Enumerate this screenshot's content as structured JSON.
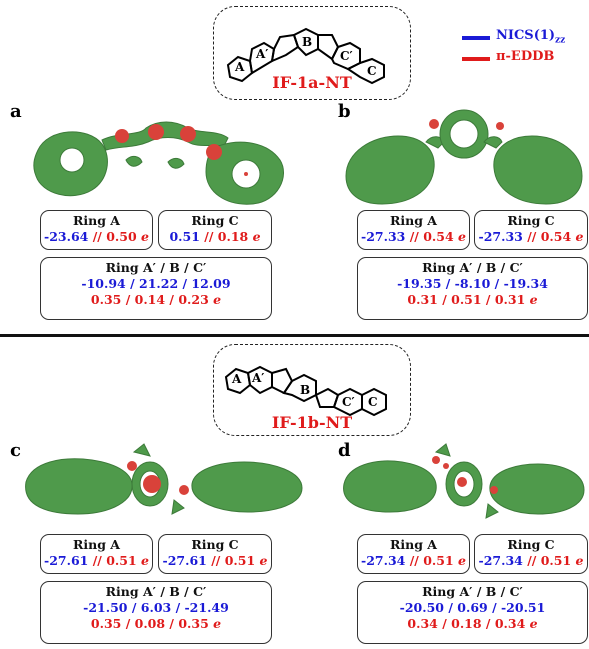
{
  "legend": {
    "nics_label": "NICS(1)",
    "nics_sub": "zz",
    "eddb_label": "π-EDDB",
    "nics_color": "#1a1ad6",
    "eddb_color": "#e01b1b"
  },
  "top_structure": {
    "name": "IF-1a-NT",
    "rings": [
      "A",
      "A′",
      "B",
      "C′",
      "C"
    ]
  },
  "bottom_structure": {
    "name": "IF-1b-NT",
    "rings": [
      "A",
      "A′",
      "B",
      "C′",
      "C"
    ]
  },
  "panels": [
    {
      "letter": "a",
      "ringA": {
        "title": "Ring A",
        "nics": "-23.64",
        "eddb": "0.50"
      },
      "ringC": {
        "title": "Ring C",
        "nics": "0.51",
        "eddb": "0.18"
      },
      "middle": {
        "title": "Ring A′ / B / C′",
        "nics": "-10.94 / 21.22 / 12.09",
        "eddb": "0.35 / 0.14 / 0.23"
      }
    },
    {
      "letter": "b",
      "ringA": {
        "title": "Ring A",
        "nics": "-27.33",
        "eddb": "0.54"
      },
      "ringC": {
        "title": "Ring C",
        "nics": "-27.33",
        "eddb": "0.54"
      },
      "middle": {
        "title": "Ring A′ / B / C′",
        "nics": "-19.35 / -8.10 / -19.34",
        "eddb": "0.31 / 0.51 / 0.31"
      }
    },
    {
      "letter": "c",
      "ringA": {
        "title": "Ring A",
        "nics": "-27.61",
        "eddb": "0.51"
      },
      "ringC": {
        "title": "Ring C",
        "nics": "-27.61",
        "eddb": "0.51"
      },
      "middle": {
        "title": "Ring A′ / B / C′",
        "nics": "-21.50 / 6.03 / -21.49",
        "eddb": "0.35 / 0.08 / 0.35"
      }
    },
    {
      "letter": "d",
      "ringA": {
        "title": "Ring A",
        "nics": "-27.34",
        "eddb": "0.51"
      },
      "ringC": {
        "title": "Ring C",
        "nics": "-27.34",
        "eddb": "0.51"
      },
      "middle": {
        "title": "Ring A′ / B / C′",
        "nics": "-20.50 / 0.69 / -20.51",
        "eddb": "0.34 / 0.18 / 0.34"
      }
    }
  ],
  "separator": " // ",
  "unit": "e",
  "colors": {
    "isosurface": "#4f9a4b",
    "dot": "#d9423a"
  }
}
